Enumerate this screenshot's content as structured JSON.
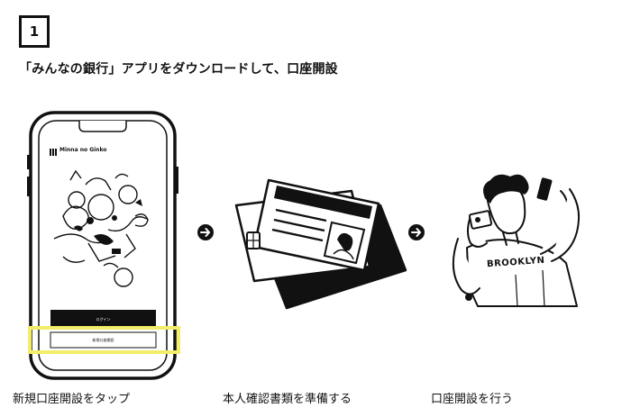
{
  "step": {
    "number": "1"
  },
  "heading": "「みんなの銀行」アプリをダウンロードして、口座開設",
  "phone": {
    "app_name": "Minna no Ginko",
    "login_button": "ログイン",
    "new_account_button": "新規口座開設"
  },
  "illustrations": {
    "phone": "phone-screen",
    "cards": "id-cards",
    "person": "person-taking-selfie",
    "shirt_text": "BROOKLYN"
  },
  "captions": {
    "step_a": "新規口座開設をタップ",
    "step_b": "本人確認書類を準備する",
    "step_c": "口座開設を行う"
  },
  "colors": {
    "highlight": "#F2EE6A",
    "ink": "#111111"
  }
}
